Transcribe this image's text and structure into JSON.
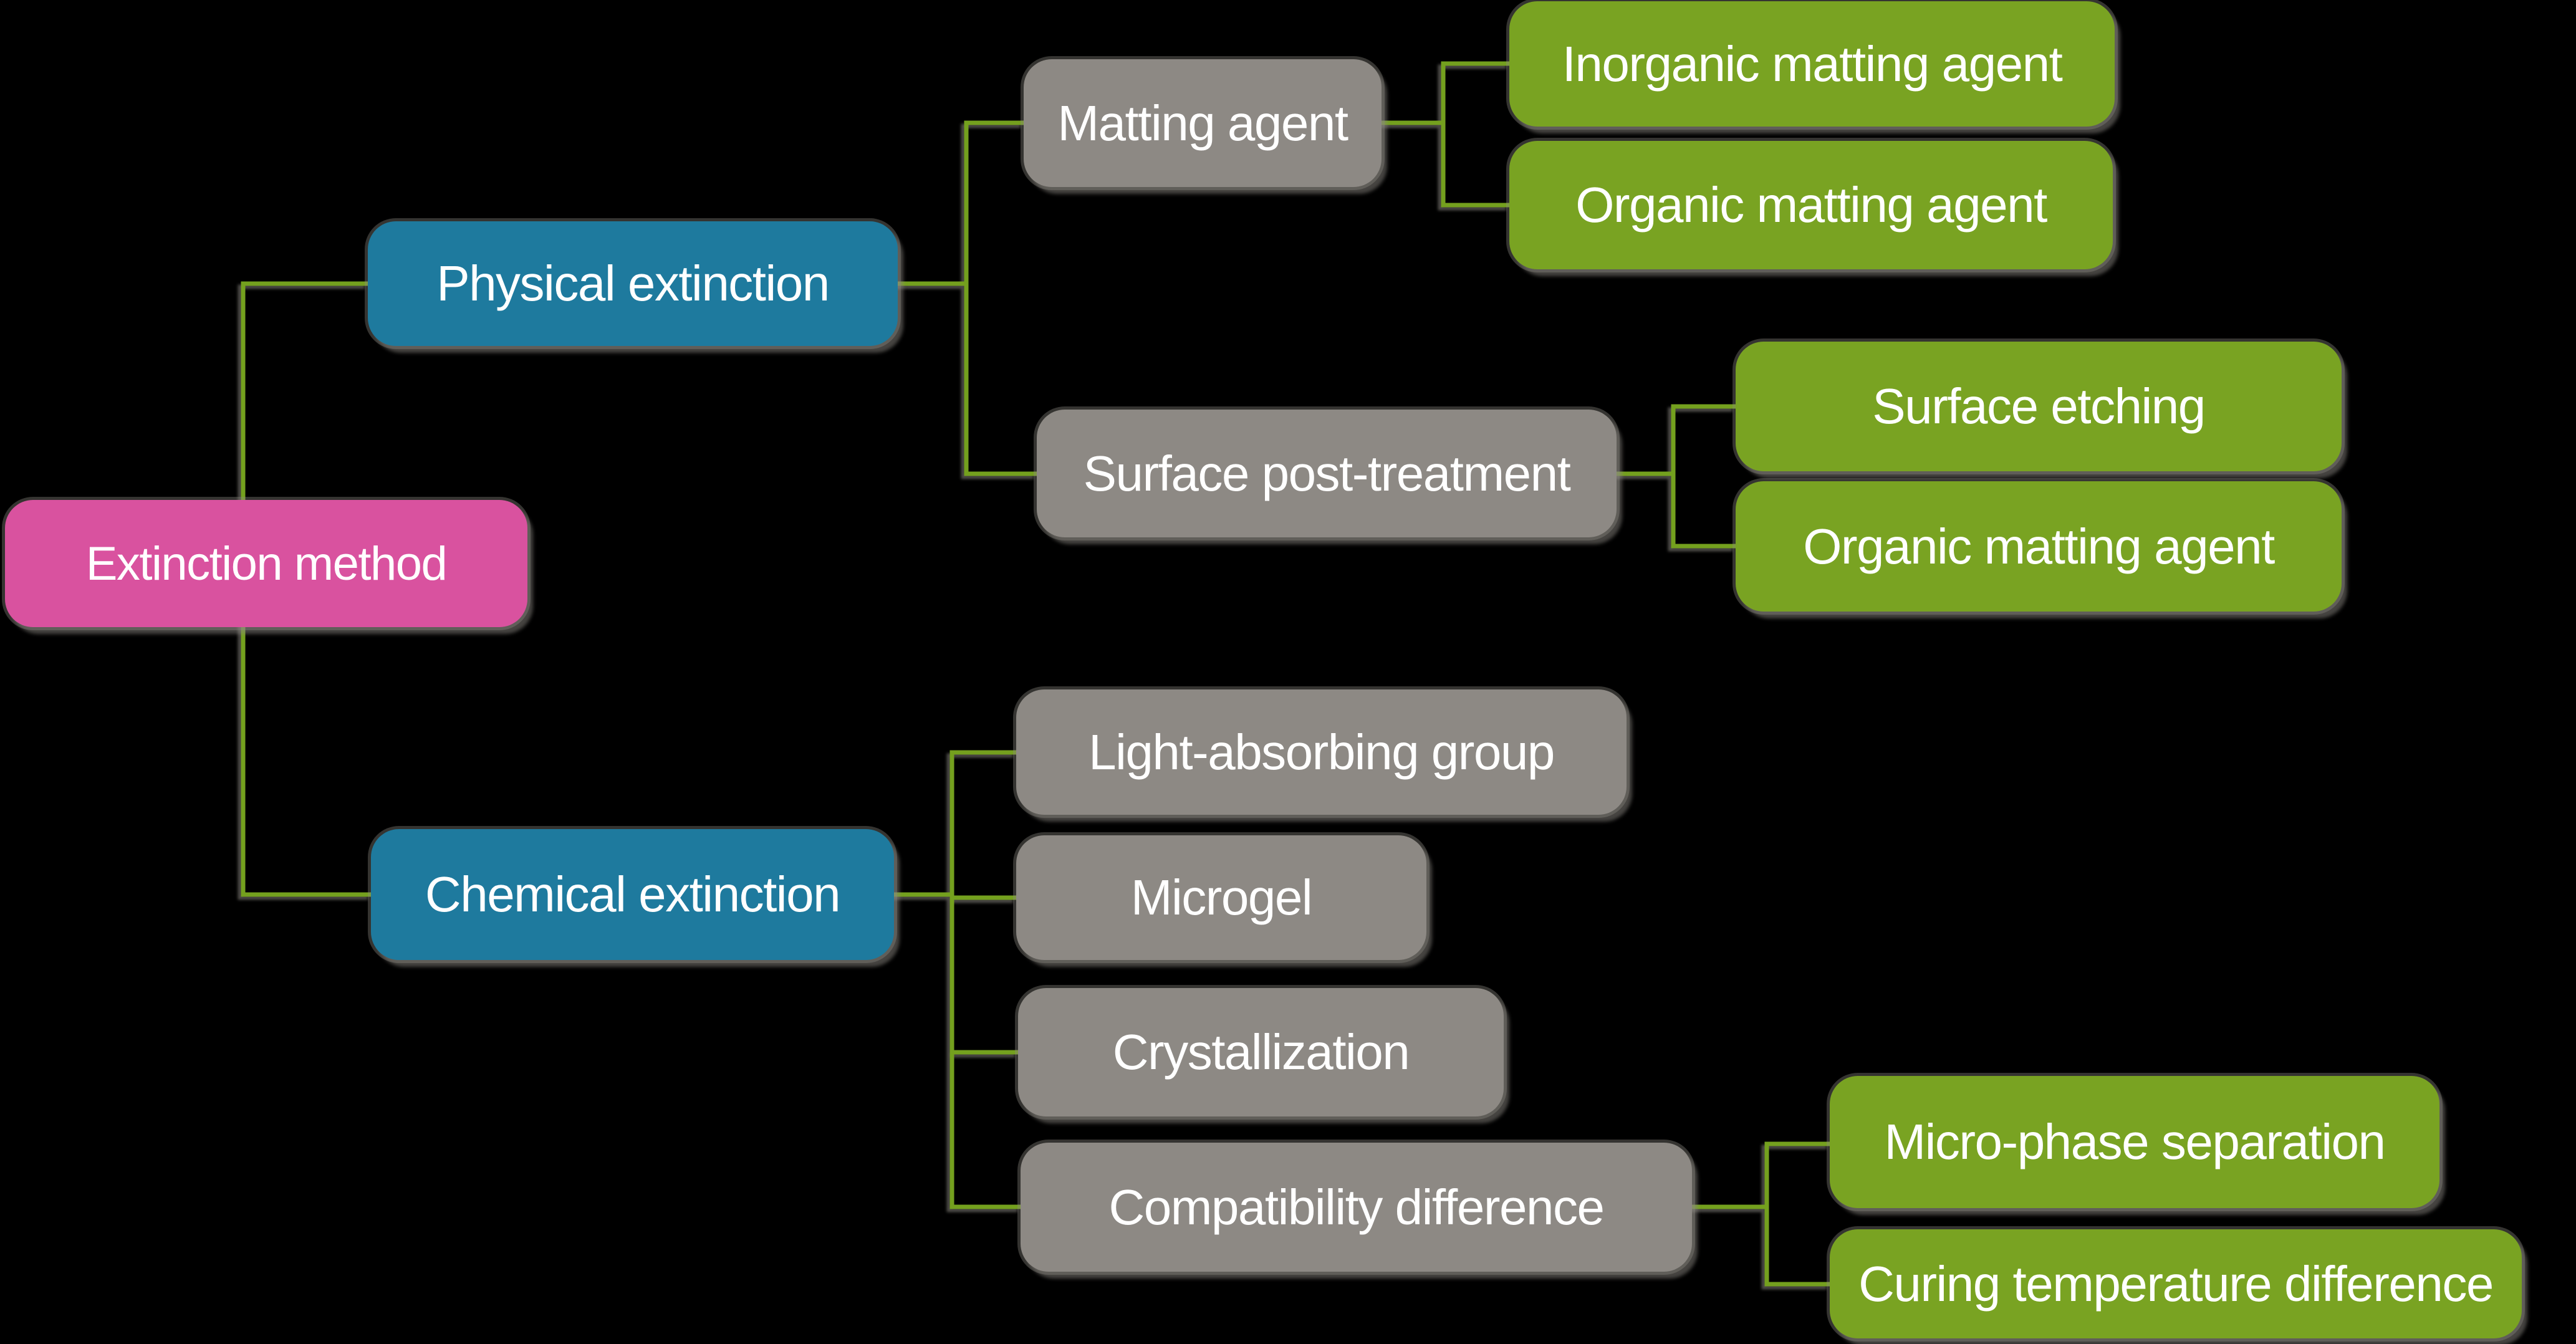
{
  "diagram": {
    "title": "Extinction method hierarchy",
    "background_color": "#000000",
    "colors": {
      "root_box": "#d9529f",
      "branch_box": "#1e7a9e",
      "sub_branch_box": "#8d8984",
      "leaf_box": "#79a322",
      "connector_line": "#74a01e",
      "text": "#ffffff"
    },
    "nodes": {
      "root": {
        "label": "Extinction method"
      },
      "physical": {
        "label": "Physical extinction"
      },
      "chemical": {
        "label": "Chemical extinction"
      },
      "matting_agent": {
        "label": "Matting agent"
      },
      "surface_post_treatment": {
        "label": "Surface post-treatment"
      },
      "inorganic_matting_agent": {
        "label": "Inorganic matting agent"
      },
      "organic_matting_agent_1": {
        "label": "Organic matting agent"
      },
      "surface_etching": {
        "label": "Surface etching"
      },
      "organic_matting_agent_2": {
        "label": "Organic matting agent"
      },
      "light_absorbing_group": {
        "label": "Light-absorbing group"
      },
      "microgel": {
        "label": "Microgel"
      },
      "crystallization": {
        "label": "Crystallization"
      },
      "compatibility_difference": {
        "label": "Compatibility difference"
      },
      "micro_phase_separation": {
        "label": "Micro-phase separation"
      },
      "curing_temperature_difference": {
        "label": "Curing temperature difference"
      }
    },
    "edges": [
      "Extinction method > Physical extinction",
      "Extinction method > Chemical extinction",
      "Physical extinction > Matting agent",
      "Physical extinction > Surface post-treatment",
      "Matting agent > Inorganic matting agent",
      "Matting agent > Organic matting agent",
      "Surface post-treatment > Surface etching",
      "Surface post-treatment > Organic matting agent",
      "Chemical extinction > Light-absorbing group",
      "Chemical extinction > Microgel",
      "Chemical extinction > Crystallization",
      "Chemical extinction > Compatibility difference",
      "Compatibility difference > Micro-phase separation",
      "Compatibility difference > Curing temperature difference"
    ]
  }
}
